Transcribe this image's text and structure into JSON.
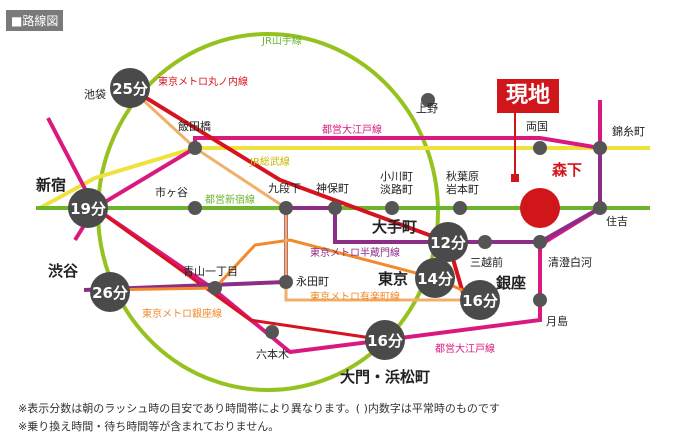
{
  "header": "■路線図",
  "site_label": "現地",
  "colors": {
    "yamanote": "#95c21f",
    "marunouchi": "#d7131f",
    "oedo": "#d9197f",
    "sobu": "#f0e23d",
    "shinjuku": "#6bb42c",
    "hanzomon": "#8c2d88",
    "yurakucho": "#f0b06a",
    "ginza": "#f08a2a",
    "station": "#555555",
    "badge": "#4a4a4a",
    "site": "#d0151b"
  },
  "line_labels": {
    "yamanote": "JR山手線",
    "marunouchi": "東京メトロ丸ノ内線",
    "oedo_top": "都営大江戸線",
    "sobu": "JR総武線",
    "shinjuku": "都営新宿線",
    "hanzomon": "東京メトロ半蔵門線",
    "yurakucho": "東京メトロ有楽町線",
    "ginza": "東京メトロ銀座線",
    "oedo_bottom": "都営大江戸線"
  },
  "stations": {
    "ikebukuro": "池袋",
    "iidabashi": "飯田橋",
    "ueno": "上野",
    "ryogoku": "両国",
    "kinshicho": "錦糸町",
    "morishita": "森下",
    "shinjuku": "新宿",
    "ichigaya": "市ヶ谷",
    "kudanshita": "九段下",
    "jimbocho": "神保町",
    "ogawamachi": "小川町\n淡路町",
    "akihabara": "秋葉原\n岩本町",
    "sumiyoshi": "住吉",
    "otemachi": "大手町",
    "mitsukoshimae": "三越前",
    "kiyosumi": "清澄白河",
    "shibuya": "渋谷",
    "aoyama": "青山一丁目",
    "nagatacho": "永田町",
    "tokyo": "東京",
    "ginza": "銀座",
    "tsukishima": "月島",
    "roppongi": "六本木",
    "daimon": "大門・浜松町"
  },
  "travel_times": {
    "ikebukuro": "25分",
    "shinjuku": "19分",
    "otemachi": "12分",
    "tokyo": "14分",
    "shibuya": "26分",
    "ginza": "16分",
    "daimon": "16分"
  },
  "notes": [
    "※表示分数は朝のラッシュ時の目安であり時間帯により異なります。( )内数字は平常時のものです",
    "※乗り換え時間・待ち時間等が含まれておりません。"
  ]
}
